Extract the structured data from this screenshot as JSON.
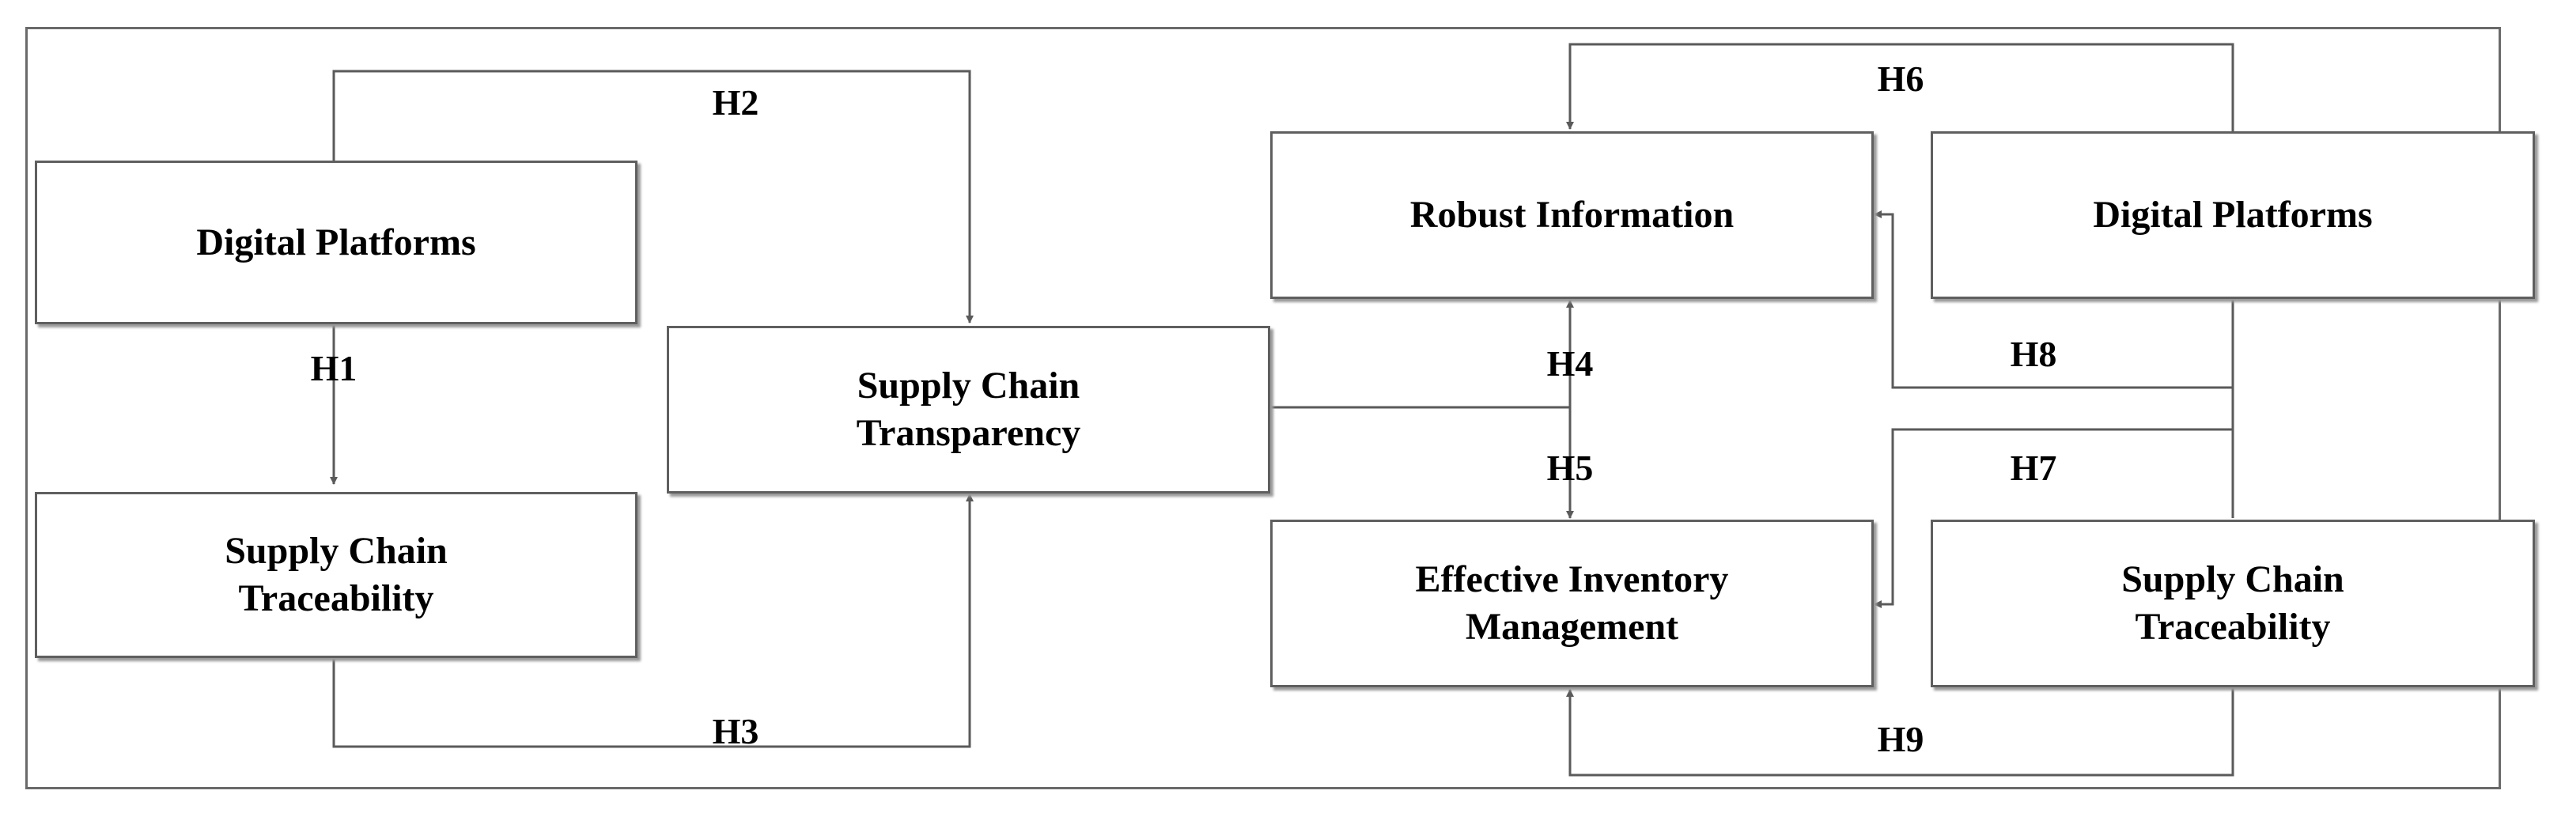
{
  "boxes": {
    "left_digital_platforms": "Digital Platforms",
    "left_traceability": "Supply Chain\nTraceability",
    "transparency": "Supply Chain\nTransparency",
    "robust_information": "Robust Information",
    "right_digital_platforms": "Digital Platforms",
    "effective_inventory": "Effective Inventory\nManagement",
    "right_traceability": "Supply Chain\nTraceability"
  },
  "hypotheses": {
    "h1": "H1",
    "h2": "H2",
    "h3": "H3",
    "h4": "H4",
    "h5": "H5",
    "h6": "H6",
    "h7": "H7",
    "h8": "H8",
    "h9": "H9"
  },
  "colors": {
    "line": "#5a5a5a",
    "border": "#5f5f5f",
    "shadow": "#9a9a9a"
  }
}
